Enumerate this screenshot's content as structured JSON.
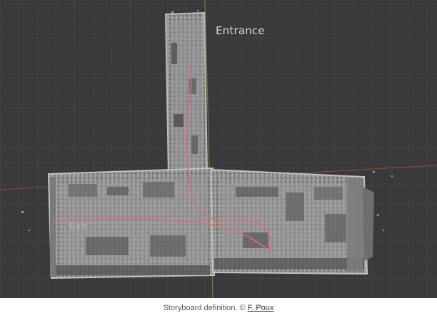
{
  "scene": {
    "labels": {
      "entrance": "Entrance",
      "exit": "Exit"
    },
    "colors": {
      "background": "#3a3a3a",
      "grid": "#484848",
      "axis_red": "#b04848",
      "axis_green": "#7f9a3c",
      "path": "#e06a78",
      "cloud": "#9a9a9a"
    }
  },
  "caption": {
    "text": "Storyboard definition. ©",
    "link_text": "F. Poux"
  }
}
